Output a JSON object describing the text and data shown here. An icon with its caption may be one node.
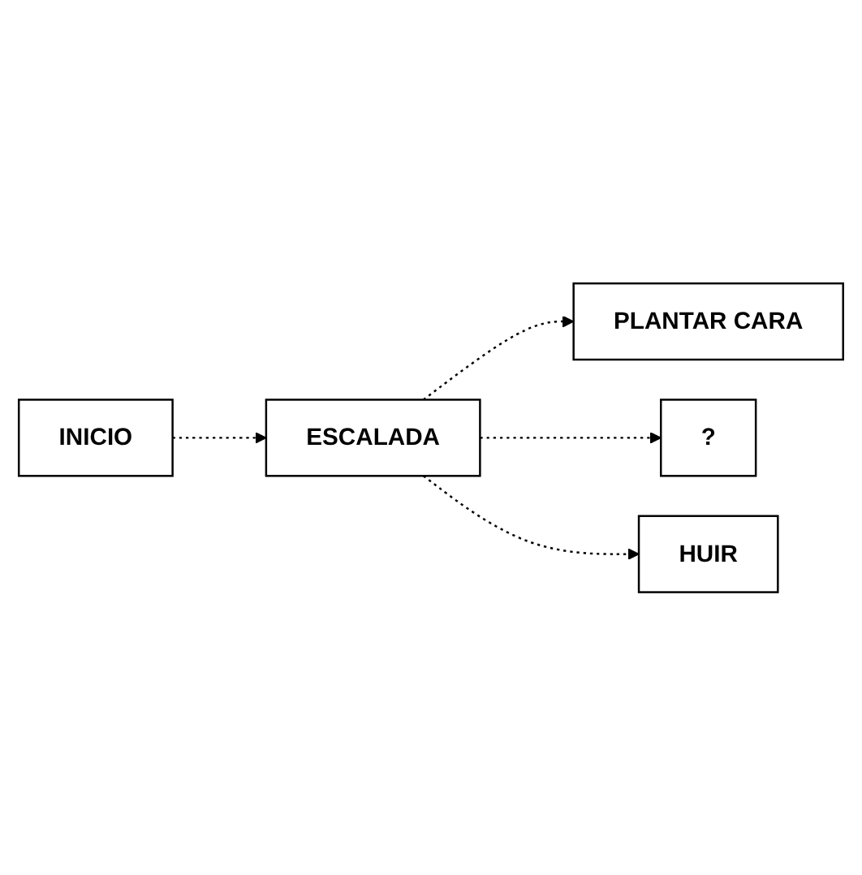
{
  "diagram": {
    "nodes": [
      {
        "text": [
          "INICIO"
        ]
      },
      {
        "text": [
          "ESCALADA"
        ]
      },
      {
        "text": [
          "PLANTAR CARA"
        ]
      },
      {
        "text": [
          "?"
        ]
      },
      {
        "text": [
          "HUIR"
        ]
      }
    ],
    "edges": [
      {
        "from": 0,
        "to": 1,
        "arrow": "to",
        "style": "dashed"
      },
      {
        "from": 1,
        "to": 2,
        "arrow": "to",
        "style": "dashed"
      },
      {
        "from": 1,
        "to": 3,
        "arrow": "to",
        "style": "dashed"
      },
      {
        "from": 1,
        "to": 4,
        "arrow": "to",
        "style": "dashed"
      }
    ]
  }
}
